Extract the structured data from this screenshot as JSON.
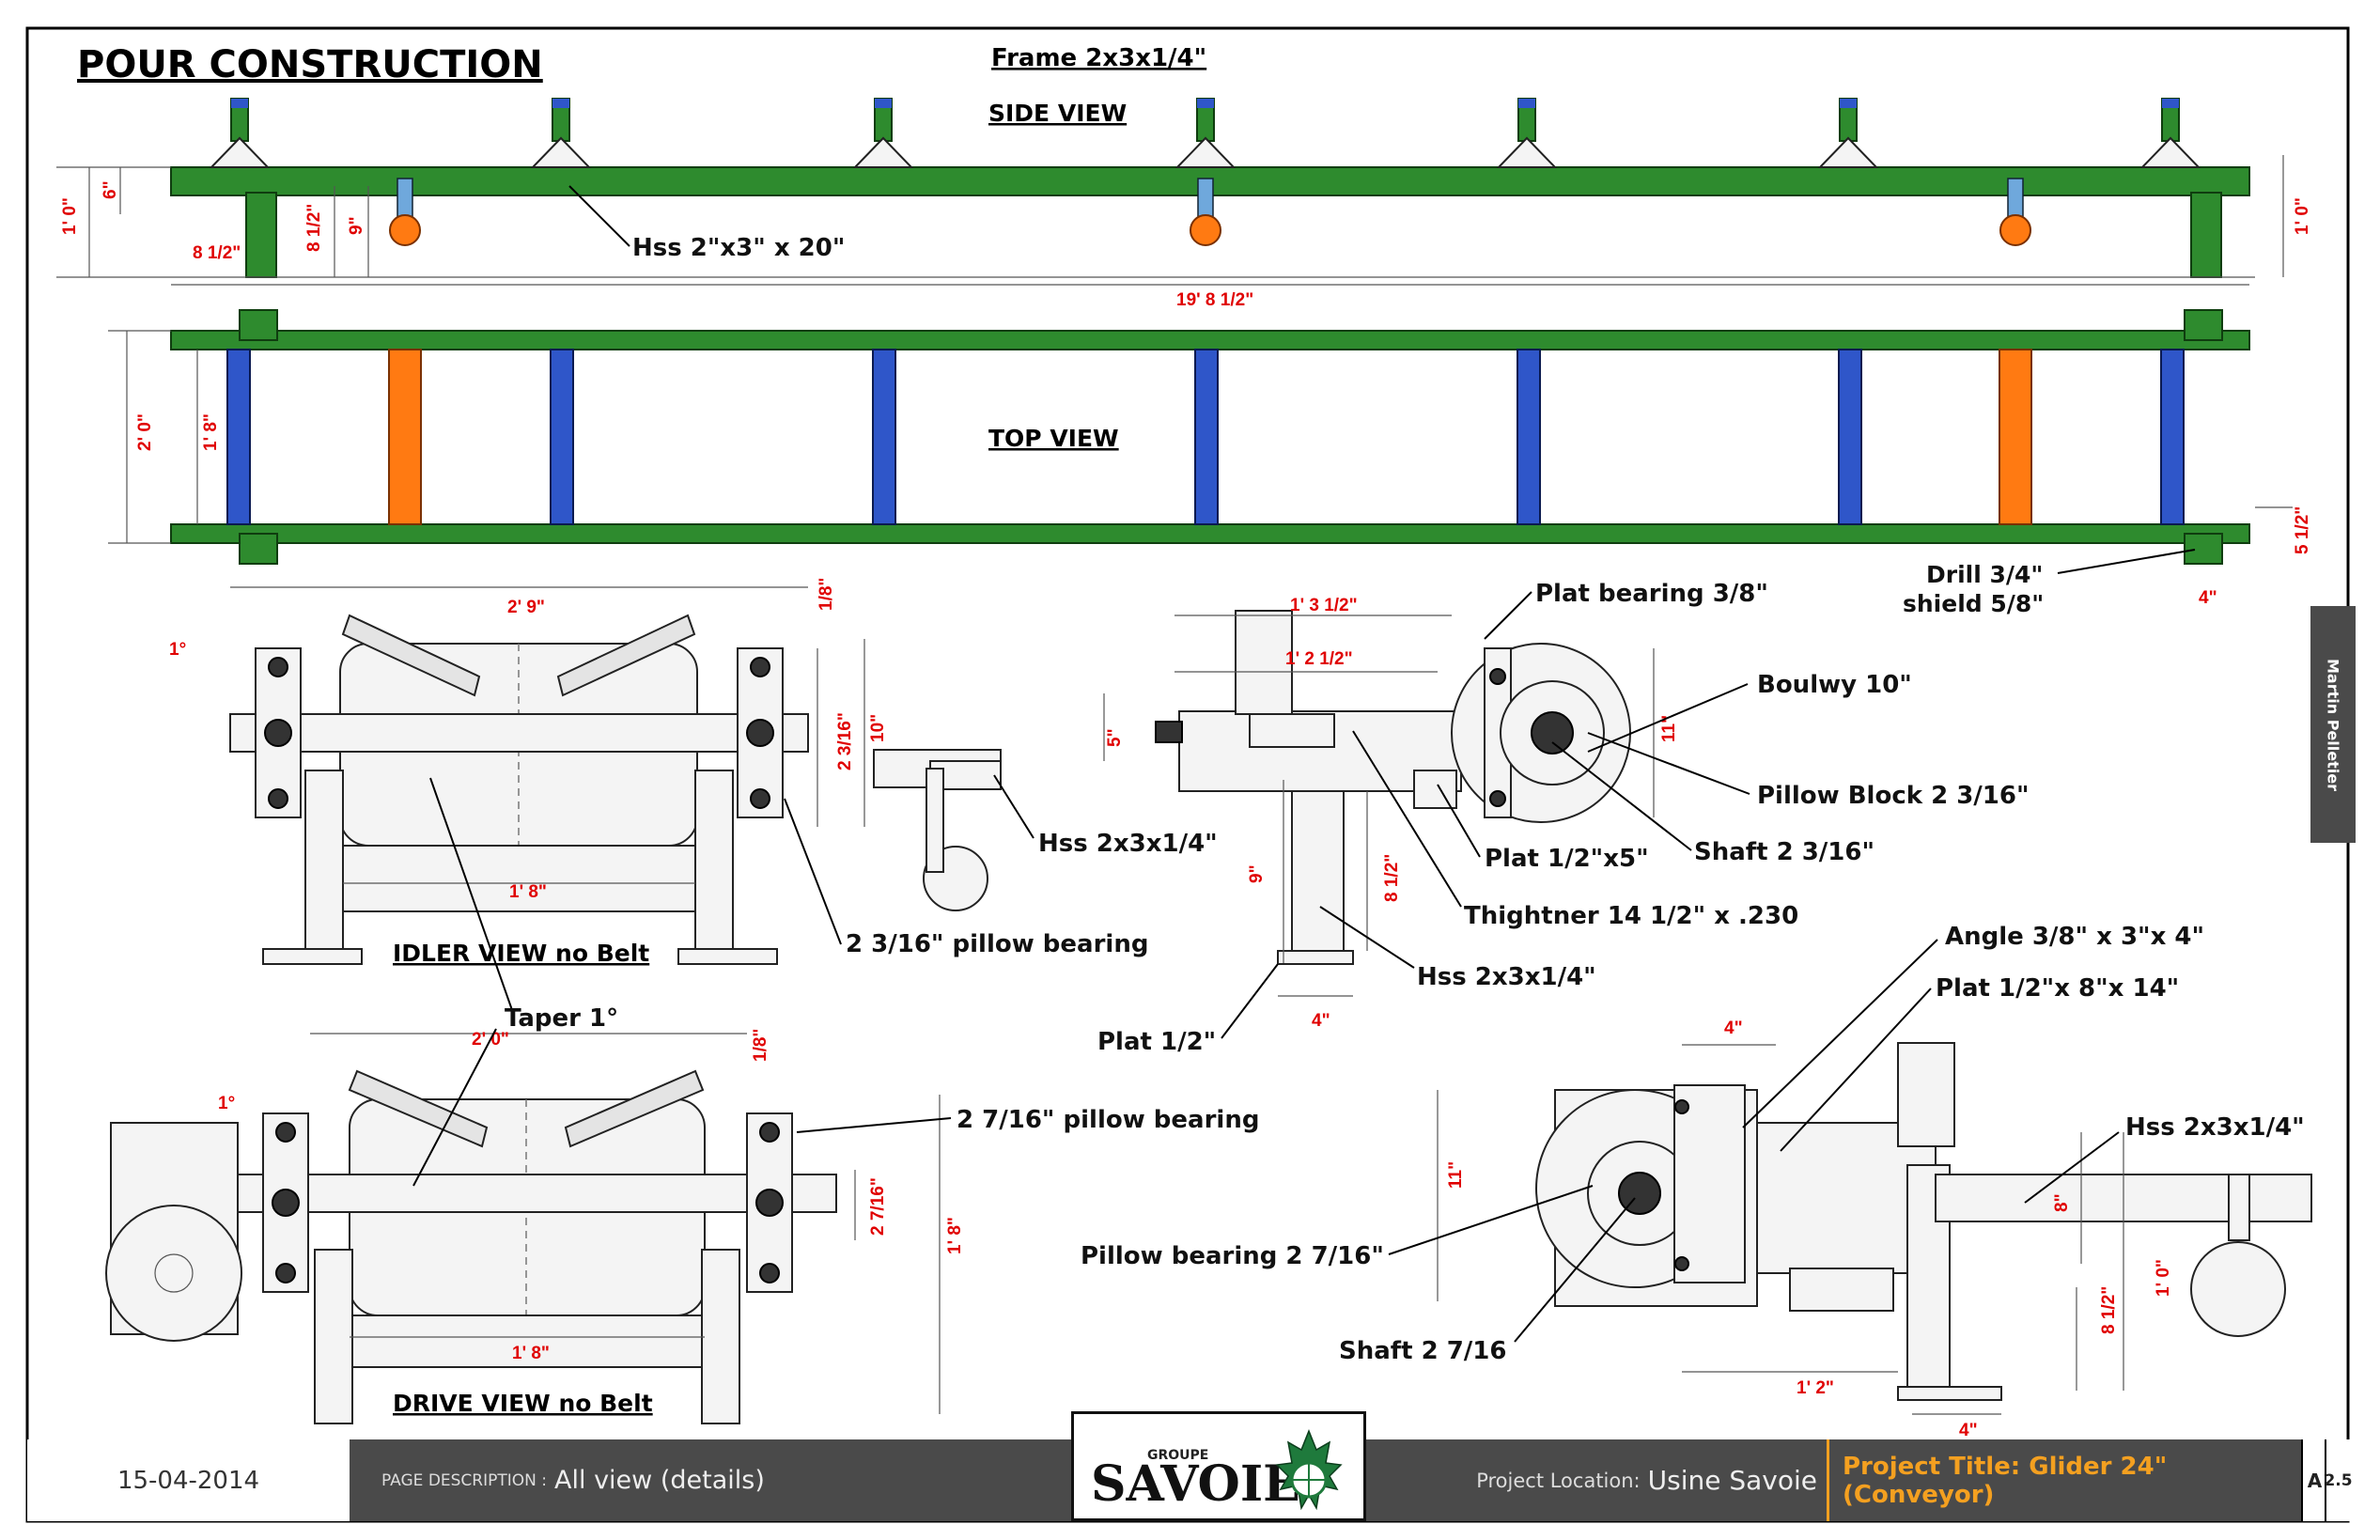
{
  "sheet": {
    "heading": "POUR CONSTRUCTION",
    "frame_spec": "Frame 2x3x1/4\"",
    "views": {
      "side": "SIDE VIEW",
      "top": "TOP VIEW",
      "idler": "IDLER VIEW no Belt",
      "drive": "DRIVE VIEW no Belt"
    }
  },
  "side_view": {
    "dims": {
      "overall_length": "19' 8 1/2\"",
      "left_height": "1' 0\"",
      "right_height": "1' 0\"",
      "top_offset": "6\"",
      "leg_width": "8 1/2\"",
      "leg_height": "8 1/2\"",
      "roller_drop": "9\""
    },
    "callouts": {
      "hss": "Hss 2\"x3\" x 20\""
    }
  },
  "top_view": {
    "dims": {
      "width": "2' 0\"",
      "inner_width": "1' 8\"",
      "tab": "5 1/2\"",
      "drill_offset": "4\""
    },
    "callouts": {
      "drill": "Drill 3/4\"",
      "shield": "shield 5/8\""
    }
  },
  "idler_view": {
    "dims": {
      "width": "2' 9\"",
      "gap": "1/8\"",
      "angle": "1°",
      "height": "10\"",
      "shaft": "2 3/16\"",
      "roll": "1' 8\""
    },
    "callouts": {
      "bearing": "2 3/16\" pillow bearing",
      "taper": "Taper 1°"
    }
  },
  "drive_view": {
    "dims": {
      "width": "2' 0\"",
      "gap": "1/8\"",
      "angle": "1°",
      "shaft": "2 7/16\"",
      "height": "1' 8\"",
      "roll": "1' 8\""
    },
    "callouts": {
      "bearing": "2 7/16\" pillow bearing"
    }
  },
  "tensioner_detail": {
    "dims": {
      "d1": "1' 3 1/2\"",
      "d2": "1' 2 1/2\"",
      "d3": "5\"",
      "d4": "11\"",
      "d5": "9\"",
      "d6": "8 1/2\"",
      "d7": "4\""
    },
    "callouts": {
      "plat_bearing": "Plat bearing 3/8\"",
      "boulwy": "Boulwy 10\"",
      "pillow_block": "Pillow Block 2 3/16\"",
      "shaft": "Shaft 2 3/16\"",
      "plat_half_x5": "Plat 1/2\"x5\"",
      "thightner": "Thightner 14 1/2\" x .230",
      "hss_a": "Hss 2x3x1/4\"",
      "hss_b": "Hss 2x3x1/4\"",
      "plat_half": "Plat 1/2\""
    }
  },
  "drive_detail": {
    "dims": {
      "top": "4\"",
      "height": "11\"",
      "right_a": "8\"",
      "right_b": "1' 0\"",
      "right_c": "8 1/2\"",
      "bottom_a": "1' 2\"",
      "bottom_b": "4\""
    },
    "callouts": {
      "angle": "Angle 3/8\" x 3\"x 4\"",
      "plat": "Plat 1/2\"x 8\"x 14\"",
      "hss": "Hss 2x3x1/4\"",
      "pillow": "Pillow bearing 2 7/16\"",
      "shaft": "Shaft 2 7/16"
    }
  },
  "title_block": {
    "date": "15-04-2014",
    "page_description_caption": "PAGE DESCRIPTION :",
    "page_description": "All view (details)",
    "logo_group": "GROUPE",
    "logo_name": "SAVOIE",
    "location_caption": "Project Location:",
    "location": "Usine Savoie",
    "project_title": "Project Title: Glider 24\"(Conveyor)",
    "revision": "A",
    "page": "2.5"
  },
  "author": "Martin Pelletier",
  "colors": {
    "frame": "#2e8b2e",
    "roller": "#ff7a12",
    "bearing": "#2f56c9",
    "dimension": "#e00000",
    "title_block": "#4a4a4a",
    "title_accent": "#f4a020"
  }
}
